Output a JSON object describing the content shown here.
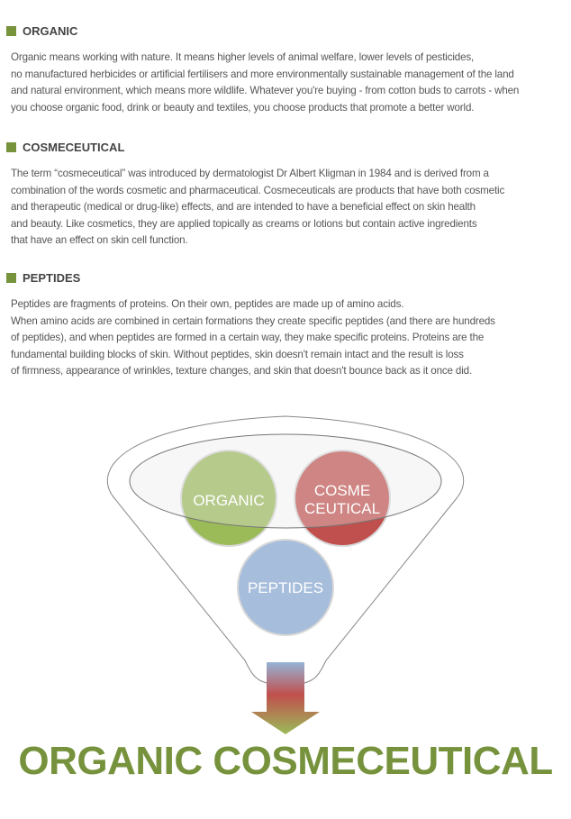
{
  "sections": [
    {
      "title": "ORGANIC",
      "lines": [
        "Organic means working with nature. It means higher levels of animal welfare, lower levels of pesticides,",
        "no manufactured herbicides or artificial fertilisers and more environmentally sustainable management of the land",
        "and natural environment, which means more wildlife. Whatever you're buying - from cotton buds to carrots - when",
        "you choose organic food, drink or beauty and textiles, you choose products that promote a better world."
      ]
    },
    {
      "title": "COSMECEUTICAL",
      "lines": [
        "The term “cosmeceutical” was introduced by dermatologist Dr Albert Kligman in 1984 and is derived from a",
        "combination of the words cosmetic and pharmaceutical. Cosmeceuticals are products that have both cosmetic",
        "and therapeutic (medical or drug-like) effects, and are intended to have a beneficial effect on skin health",
        "and beauty. Like cosmetics, they are applied topically as creams or lotions but contain active ingredients",
        "that have an effect on skin cell function."
      ]
    },
    {
      "title": "PEPTIDES",
      "lines": [
        "Peptides are fragments of proteins. On their own, peptides are made up of amino acids.",
        "When amino acids are combined in certain formations they create specific peptides (and there are hundreds",
        "of peptides), and when peptides are formed in a certain way, they make specific proteins. Proteins are the",
        "fundamental building blocks of skin. Without peptides, skin doesn't remain intact and the result is loss",
        "of firmness, appearance of wrinkles, texture changes, and skin that doesn't bounce back as it once did."
      ]
    }
  ],
  "diagram": {
    "organic": "ORGANIC",
    "cosme_1": "COSME",
    "cosme_2": "CEUTICAL",
    "peptides": "PEPTIDES",
    "colors": {
      "organic": "#9bbb59",
      "cosme": "#c0504d",
      "peptides": "#a6bddb",
      "accent": "#77933c"
    }
  },
  "result": "ORGANIC COSMECEUTICAL"
}
